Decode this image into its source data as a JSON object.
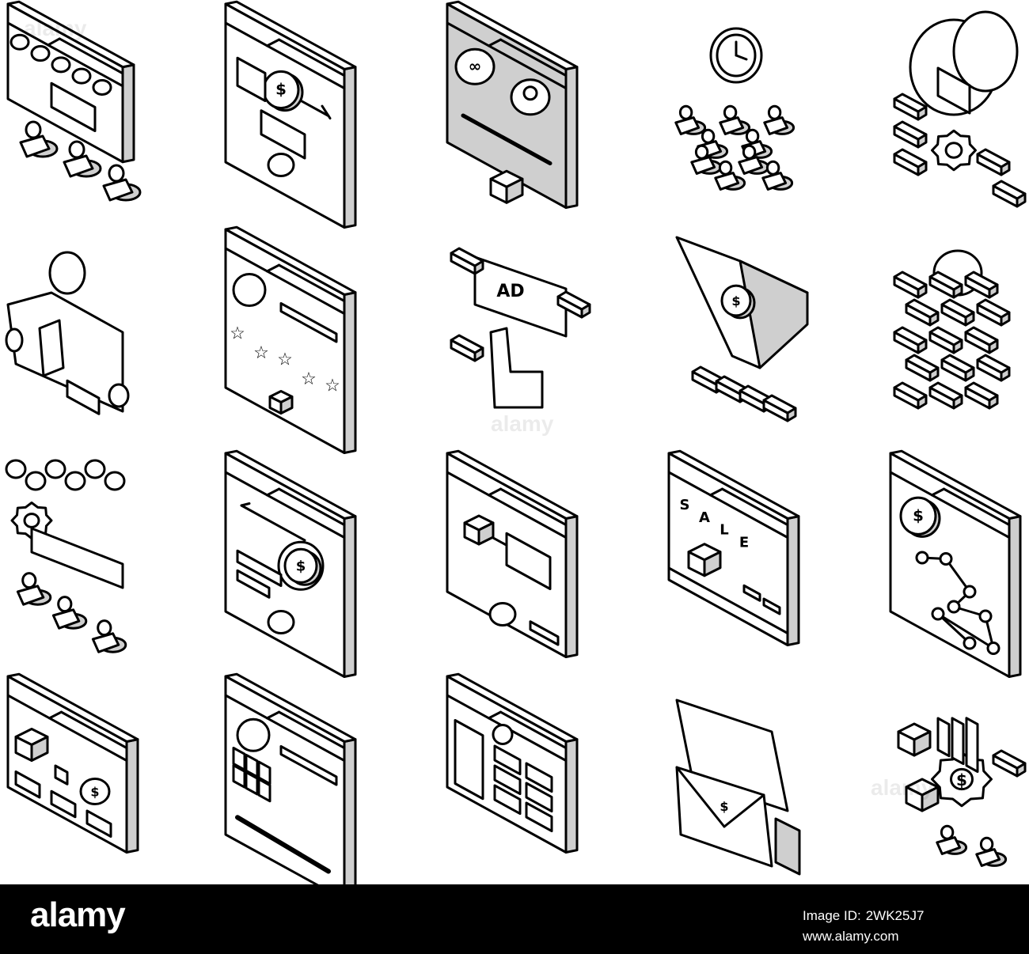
{
  "colors": {
    "ink": "#000000",
    "panel": "#ffffff",
    "shade": "#cfcfcf",
    "footer_bg": "#000000"
  },
  "watermark": {
    "text": "alamy"
  },
  "footer": {
    "logo": "alamy",
    "image_id_label": "Image ID:",
    "image_id": "2WK25J7",
    "site": "www.alamy.com"
  },
  "icons": [
    {
      "name": "storefront-people-icon",
      "kind": "store"
    },
    {
      "name": "web-page-money-arrow-icon",
      "kind": "pageArrow"
    },
    {
      "name": "monitor-link-user-icon",
      "kind": "monitor"
    },
    {
      "name": "clock-people-network-icon",
      "kind": "clockPeople"
    },
    {
      "name": "brain-cloud-gear-icon",
      "kind": "cloudGear"
    },
    {
      "name": "person-price-tag-icon",
      "kind": "personTag"
    },
    {
      "name": "profile-rating-stars-icon",
      "kind": "pageStars"
    },
    {
      "name": "ad-click-hand-icon",
      "kind": "adHand"
    },
    {
      "name": "sales-funnel-icon",
      "kind": "funnel"
    },
    {
      "name": "cloud-data-flow-icon",
      "kind": "cloudFlow"
    },
    {
      "name": "people-group-gear-icon",
      "kind": "group"
    },
    {
      "name": "web-page-refund-icon",
      "kind": "pageRefund"
    },
    {
      "name": "web-page-box-browser-icon",
      "kind": "pageBox"
    },
    {
      "name": "sale-box-page-icon",
      "kind": "pageSale"
    },
    {
      "name": "money-network-page-icon",
      "kind": "pageNet"
    },
    {
      "name": "product-page-box-icon",
      "kind": "pageProduct"
    },
    {
      "name": "profile-grid-pen-icon",
      "kind": "pageProfile"
    },
    {
      "name": "web-layout-page-icon",
      "kind": "pageLayout"
    },
    {
      "name": "envelope-money-icon",
      "kind": "mail"
    },
    {
      "name": "gear-chart-box-icon",
      "kind": "gearChart"
    }
  ]
}
